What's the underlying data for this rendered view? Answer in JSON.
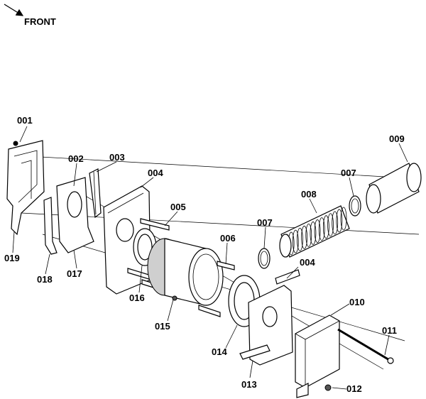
{
  "orientation_label": "FRONT",
  "part_numbers": {
    "p001": "001",
    "p002": "002",
    "p003": "003",
    "p004_left": "004",
    "p004_right": "004",
    "p005": "005",
    "p006": "006",
    "p007_left": "007",
    "p007_right": "007",
    "p008": "008",
    "p009": "009",
    "p010": "010",
    "p011": "011",
    "p012": "012",
    "p013": "013",
    "p014": "014",
    "p015": "015",
    "p016": "016",
    "p017": "017",
    "p018": "018",
    "p019": "019"
  }
}
